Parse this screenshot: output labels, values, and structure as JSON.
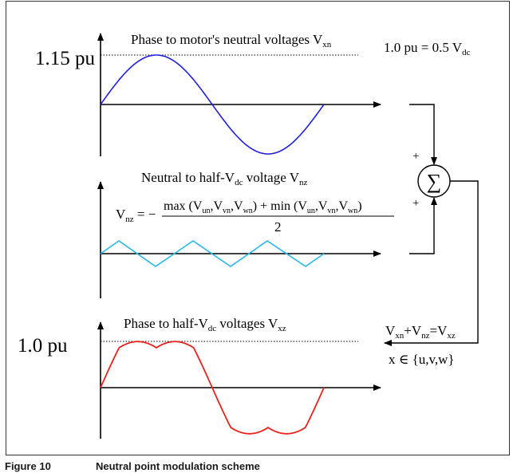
{
  "colors": {
    "frame": "#333333",
    "axis": "#000000",
    "phase_wave": "#1f1fe0",
    "neutral_wave": "#29b6e8",
    "result_wave": "#e8221c"
  },
  "panel_top": {
    "title": "Phase to motor's neutral voltages V",
    "title_sub": "xn",
    "level_label": "1.15 pu",
    "pu_def_main": "1.0 pu = 0.5 V",
    "pu_def_sub": "dc"
  },
  "panel_middle": {
    "title_a": "Neutral to half-V",
    "title_a_sub": "dc",
    "title_b": " voltage V",
    "title_b_sub": "nz",
    "formula_lhs": "V",
    "formula_lhs_sub": "nz",
    "formula_eq": " = −",
    "num_1": "max (V",
    "num_1_sub": "un",
    "num_2": ",V",
    "num_2_sub": "vn",
    "num_3": ",V",
    "num_3_sub": "wn",
    "num_4": ") + min (V",
    "num_4_sub": "un",
    "num_5": ",V",
    "num_5_sub": "vn",
    "num_6": ",V",
    "num_6_sub": "wn",
    "num_7": ")",
    "denominator": "2"
  },
  "panel_bottom": {
    "title_a": "Phase to half-V",
    "title_a_sub": "dc",
    "title_b": " voltages V",
    "title_b_sub": "xz",
    "level_label": "1.0 pu"
  },
  "summation": {
    "symbol": "∑",
    "plus_top": "+",
    "plus_bottom": "+"
  },
  "sum_equation": {
    "v1": "V",
    "v1_sub": "xn",
    "plus": "+V",
    "v2_sub": "nz",
    "eq": "=V",
    "v3_sub": "xz",
    "set_text": "x ∈ {u,v,w}"
  },
  "caption": {
    "number": "Figure 10",
    "title": "Neutral point modulation scheme"
  }
}
